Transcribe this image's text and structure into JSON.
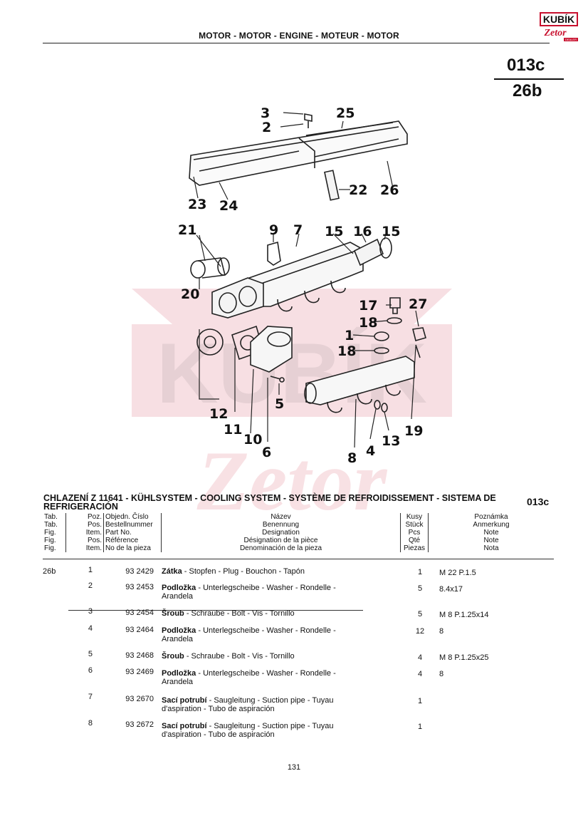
{
  "header": {
    "title": "MOTOR - MOTOR - ENGINE - MOTEUR - MOTOR"
  },
  "logo": {
    "top_text": "KUBÍK",
    "bottom_text": "Zetor",
    "dealer_text": "DEALER",
    "color": "#c8102e"
  },
  "reference": {
    "main": "013c",
    "sub": "26b"
  },
  "diagram": {
    "callouts": [
      "3",
      "2",
      "25",
      "23",
      "24",
      "22",
      "26",
      "21",
      "9",
      "7",
      "15",
      "16",
      "15",
      "20",
      "17",
      "27",
      "18",
      "1",
      "18",
      "12",
      "11",
      "10",
      "6",
      "5",
      "8",
      "4",
      "13",
      "19"
    ]
  },
  "section": {
    "title": "CHLAZENÍ Z 11641 - KÜHLSYSTEM - COOLING SYSTEM - SYSTÈME DE REFROIDISSEMENT - SISTEMA DE REFRIGERACIÓN",
    "code": "013c"
  },
  "columns": {
    "tab": [
      "Tab.",
      "Tab.",
      "Fig.",
      "Fig.",
      "Fig."
    ],
    "poz": [
      "Poz.",
      "Pos.",
      "Item.",
      "Pos.",
      "Item."
    ],
    "obj": [
      "Objedn. Číslo",
      "Bestellnummer",
      "Part No.",
      "Référence",
      "No de la pieza"
    ],
    "naz": [
      "Název",
      "Benennung",
      "Designation",
      "Désignation de la pièce",
      "Denominación de la pieza"
    ],
    "kus": [
      "Kusy",
      "Stück",
      "Pcs",
      "Qté",
      "Piezas"
    ],
    "pozn": [
      "Poznámka",
      "Anmerkung",
      "Note",
      "Note",
      "Nota"
    ]
  },
  "rows": [
    {
      "tab": "26b",
      "pos": "1",
      "num": "93 2429",
      "name_cz": "Zátka",
      "name_rest": " - Stopfen - Plug - Bouchon - Tapón",
      "line2": "",
      "qty": "1",
      "note": "M 22 P.1.5"
    },
    {
      "tab": "",
      "pos": "2",
      "num": "93 2453",
      "name_cz": "Podložka",
      "name_rest": " - Unterlegscheibe - Washer - Rondelle -",
      "line2": "Arandela",
      "qty": "5",
      "note": "8.4x17"
    },
    {
      "tab": "",
      "pos": "3",
      "num": "93 2454",
      "name_cz": "Šroub",
      "name_rest": " - Schraube - Bolt - Vis - Tornillo",
      "line2": "",
      "qty": "5",
      "note": "M 8 P.1.25x14"
    },
    {
      "tab": "",
      "pos": "4",
      "num": "93 2464",
      "name_cz": "Podložka",
      "name_rest": " - Unterlegscheibe - Washer - Rondelle -",
      "line2": "Arandela",
      "qty": "12",
      "note": "8"
    },
    {
      "tab": "",
      "pos": "5",
      "num": "93 2468",
      "name_cz": "Šroub",
      "name_rest": " - Schraube - Bolt - Vis - Tornillo",
      "line2": "",
      "qty": "4",
      "note": "M 8 P.1.25x25"
    },
    {
      "tab": "",
      "pos": "6",
      "num": "93 2469",
      "name_cz": "Podložka",
      "name_rest": " - Unterlegscheibe - Washer - Rondelle -",
      "line2": "Arandela",
      "qty": "4",
      "note": "8"
    },
    {
      "tab": "",
      "pos": "7",
      "num": "93 2670",
      "name_cz": "Sací potrubí",
      "name_rest": " - Saugleitung - Suction pipe - Tuyau",
      "line2": "d'aspiration - Tubo de aspiración",
      "qty": "1",
      "note": ""
    },
    {
      "tab": "",
      "pos": "8",
      "num": "93 2672",
      "name_cz": "Sací potrubí",
      "name_rest": " - Saugleitung - Suction pipe - Tuyau",
      "line2": "d'aspiration - Tubo de aspiración",
      "qty": "1",
      "note": ""
    }
  ],
  "footer": {
    "page": "131"
  }
}
